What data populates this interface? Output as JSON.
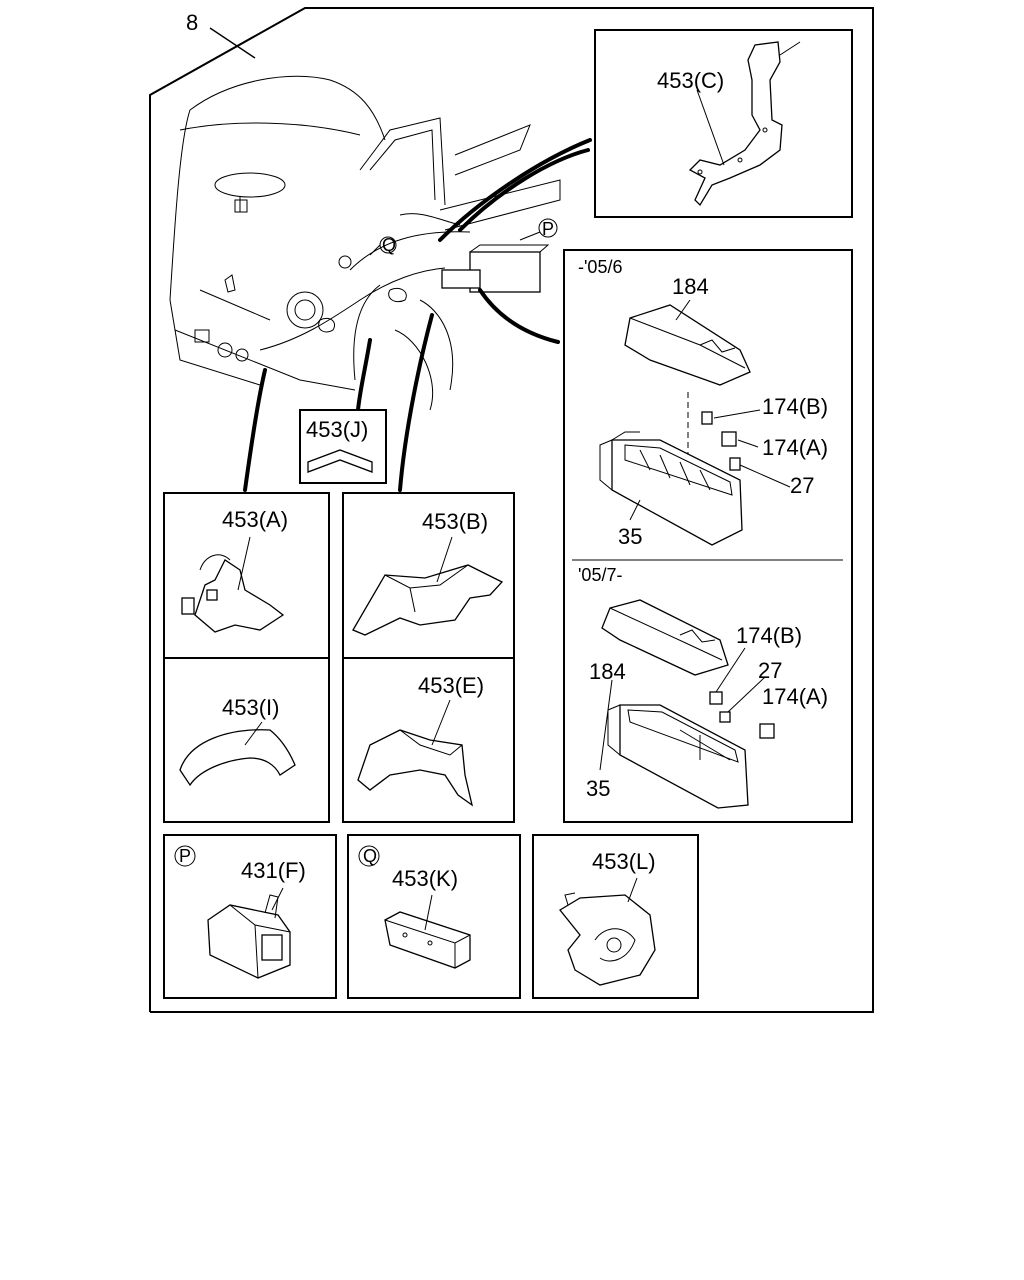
{
  "labels": {
    "main": "8",
    "bracket_c": "453(C)",
    "bracket_j": "453(J)",
    "bracket_a": "453(A)",
    "bracket_b": "453(B)",
    "bracket_i": "453(I)",
    "bracket_e": "453(E)",
    "connector_f": "431(F)",
    "bracket_k": "453(K)",
    "bracket_l": "453(L)",
    "marker_p": "P",
    "marker_q": "Q"
  },
  "fusebox_early": {
    "period": "-'05/6",
    "cover": "184",
    "relay_b": "174(B)",
    "relay_a": "174(A)",
    "fuse": "27",
    "box": "35"
  },
  "fusebox_late": {
    "period": "'05/7-",
    "cover": "184",
    "relay_b": "174(B)",
    "relay_a": "174(A)",
    "fuse": "27",
    "box": "35"
  }
}
